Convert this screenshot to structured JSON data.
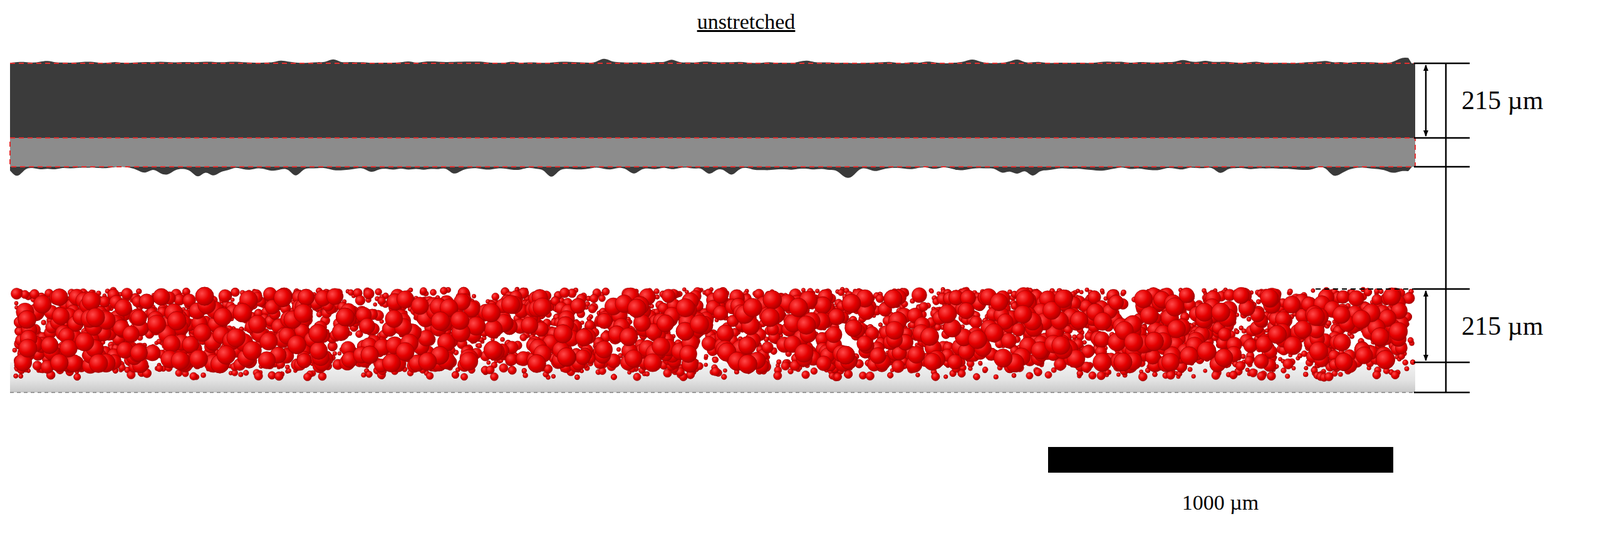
{
  "diagram": {
    "title": "unstretched",
    "labels": [
      "215 µm",
      "215 µm",
      "1000 µm"
    ]
  }
}
